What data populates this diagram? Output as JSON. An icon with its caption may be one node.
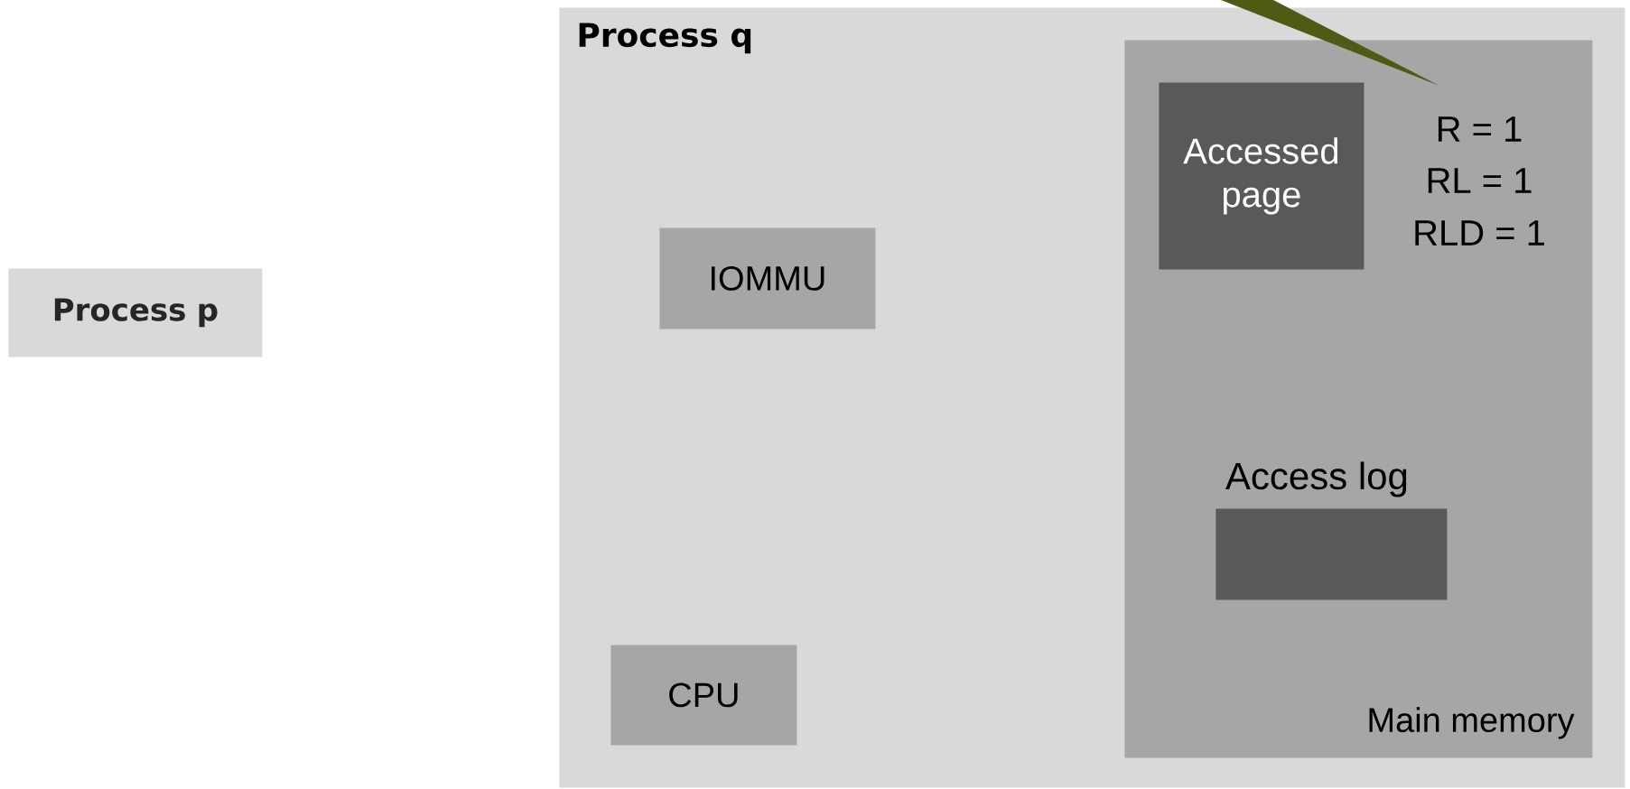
{
  "diagram": {
    "nodes": [
      {
        "text": [
          "Process p"
        ]
      },
      {
        "text": [
          "Process q"
        ]
      },
      {
        "text": [
          "IOMMU"
        ],
        "in": 1
      },
      {
        "text": [
          "CPU"
        ],
        "in": 1
      },
      {
        "text": [
          "Main memory"
        ],
        "in": 1
      },
      {
        "text": [
          "Accessed page"
        ],
        "in": 4
      },
      {
        "text": [
          "Access log"
        ],
        "in": 4
      },
      {
        "text": [],
        "shape": "triangle"
      }
    ],
    "labels": [
      "R = 1",
      "RL = 1",
      "RLD = 1"
    ]
  }
}
